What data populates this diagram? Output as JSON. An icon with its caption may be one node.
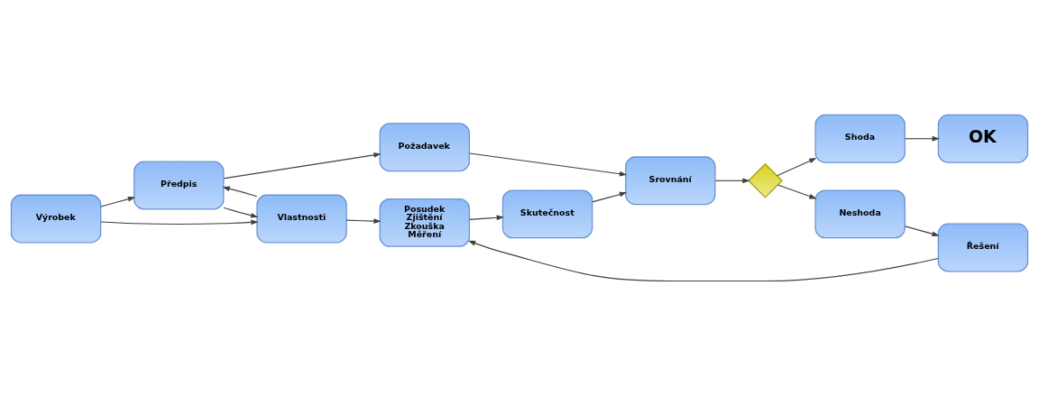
{
  "diagram": {
    "nodes": [
      {
        "text": [
          "Předpis"
        ]
      },
      {
        "text": [
          "Výrobek"
        ]
      },
      {
        "text": [
          "Vlastnosti"
        ]
      },
      {
        "text": [
          "Požadavek"
        ]
      },
      {
        "text": [
          "Srovnání"
        ]
      },
      {
        "text": [],
        "shape": "diamond"
      },
      {
        "text": [
          "Shoda"
        ]
      },
      {
        "text": [
          "OK"
        ]
      },
      {
        "text": [
          "Skutečnost"
        ]
      },
      {
        "text": [
          "Posudek",
          "Zjištění",
          "Zkouška",
          "Měření"
        ]
      },
      {
        "text": [
          "Řešení"
        ]
      },
      {
        "text": [
          "Neshoda"
        ]
      }
    ],
    "edges": [
      {
        "from": 1,
        "to": 0,
        "arrow": "to"
      },
      {
        "from": 1,
        "to": 2,
        "arrow": "to"
      },
      {
        "from": 0,
        "to": 2,
        "arrow": "to"
      },
      {
        "from": 2,
        "to": 0,
        "arrow": "to"
      },
      {
        "from": 0,
        "to": 3,
        "arrow": "to"
      },
      {
        "from": 2,
        "to": 9,
        "arrow": "to"
      },
      {
        "from": 9,
        "to": 8,
        "arrow": "to"
      },
      {
        "from": 3,
        "to": 4,
        "arrow": "to"
      },
      {
        "from": 8,
        "to": 4,
        "arrow": "to"
      },
      {
        "from": 4,
        "to": 5,
        "arrow": "to"
      },
      {
        "from": 5,
        "to": 6,
        "arrow": "to"
      },
      {
        "from": 6,
        "to": 7,
        "arrow": "to"
      },
      {
        "from": 5,
        "to": 11,
        "arrow": "to"
      },
      {
        "from": 11,
        "to": 10,
        "arrow": "to"
      },
      {
        "from": 10,
        "to": 9,
        "arrow": "to"
      }
    ]
  }
}
